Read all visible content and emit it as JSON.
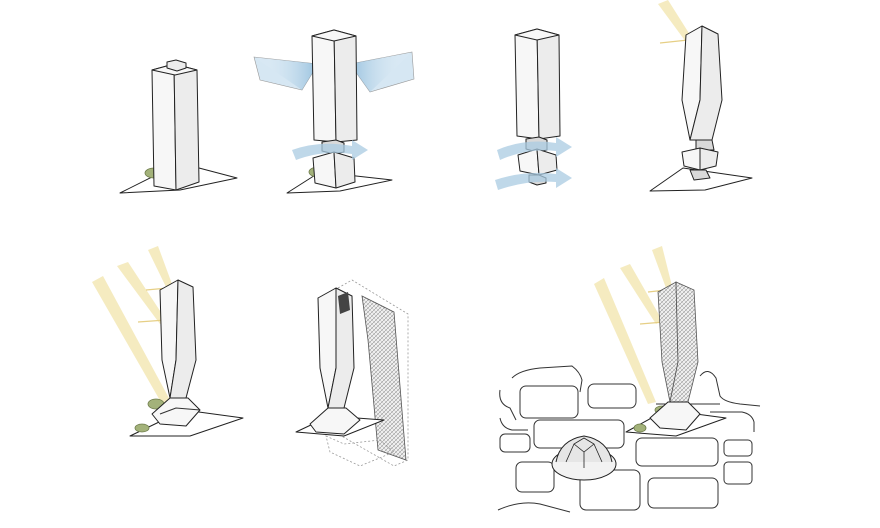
{
  "figure": {
    "panels": [
      {
        "id": "p1",
        "concept": "massing"
      },
      {
        "id": "p2",
        "concept": "wind-shading"
      },
      {
        "id": "p3",
        "concept": "wind-flow"
      },
      {
        "id": "p4",
        "concept": "sun-twist"
      },
      {
        "id": "p5",
        "concept": "sun-angles"
      },
      {
        "id": "p6",
        "concept": "facade-skin"
      },
      {
        "id": "p7",
        "concept": "urban-context"
      }
    ],
    "colors": {
      "sun": "#f3e7b5",
      "wind": "#a9cbe2",
      "tree": "#a3b27a",
      "outline": "#222222"
    }
  }
}
